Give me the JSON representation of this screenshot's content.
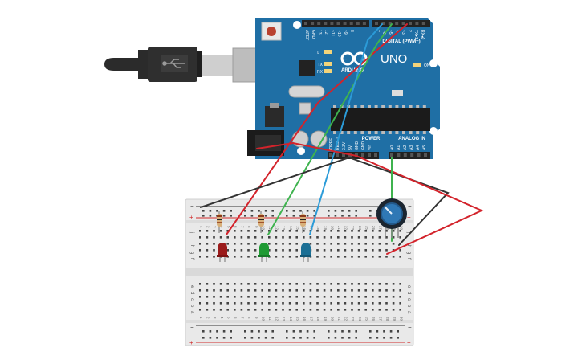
{
  "arduino": {
    "logo_text": "UNO",
    "brand_text": "ARDUINO",
    "digital_label": "DIGITAL (PWM~)",
    "analog_label": "ANALOG IN",
    "power_label": "POWER",
    "led_l": "L",
    "led_tx": "TX",
    "led_rx": "RX",
    "led_on": "ON",
    "digital_pins": [
      "AREF",
      "GND",
      "13",
      "12",
      "~11",
      "~10",
      "~9",
      "8",
      "7",
      "~6",
      "~5",
      "4",
      "~3",
      "2",
      "TX▸1",
      "RX◂0"
    ],
    "power_pins": [
      "IOREF",
      "RESET",
      "3.3V",
      "5V",
      "GND",
      "GND",
      "Vin"
    ],
    "analog_pins": [
      "A0",
      "A1",
      "A2",
      "A3",
      "A4",
      "A5"
    ]
  },
  "breadboard": {
    "row_letters_top": [
      "a",
      "b",
      "c",
      "d",
      "e"
    ],
    "row_letters_bottom": [
      "f",
      "g",
      "h",
      "i",
      "j"
    ],
    "rail_minus": "−",
    "rail_plus": "+",
    "column_numbers": [
      "1",
      "2",
      "3",
      "4",
      "5",
      "6",
      "7",
      "8",
      "9",
      "10",
      "11",
      "12",
      "13",
      "14",
      "15",
      "16",
      "17",
      "18",
      "19",
      "20",
      "21",
      "22",
      "23",
      "24",
      "25",
      "26",
      "27",
      "28",
      "29",
      "30"
    ]
  },
  "colors": {
    "board": "#1f6fa5",
    "board_dark": "#17547f",
    "header": "#222222",
    "breadboard": "#e9e9e9",
    "rail_red": "#d12a2a",
    "rail_black": "#333333",
    "wire_red": "#d3232b",
    "wire_green": "#3fb34f",
    "wire_blue": "#2b9bd8",
    "wire_black": "#333333",
    "led_red": "#9b1b1b",
    "led_green": "#1f9a33",
    "led_blue": "#1b6f95",
    "usb": "#2b2b2b"
  },
  "components": {
    "leds": [
      "red-led",
      "green-led",
      "blue-led"
    ],
    "resistors": 3,
    "potentiometer": "potentiometer"
  }
}
